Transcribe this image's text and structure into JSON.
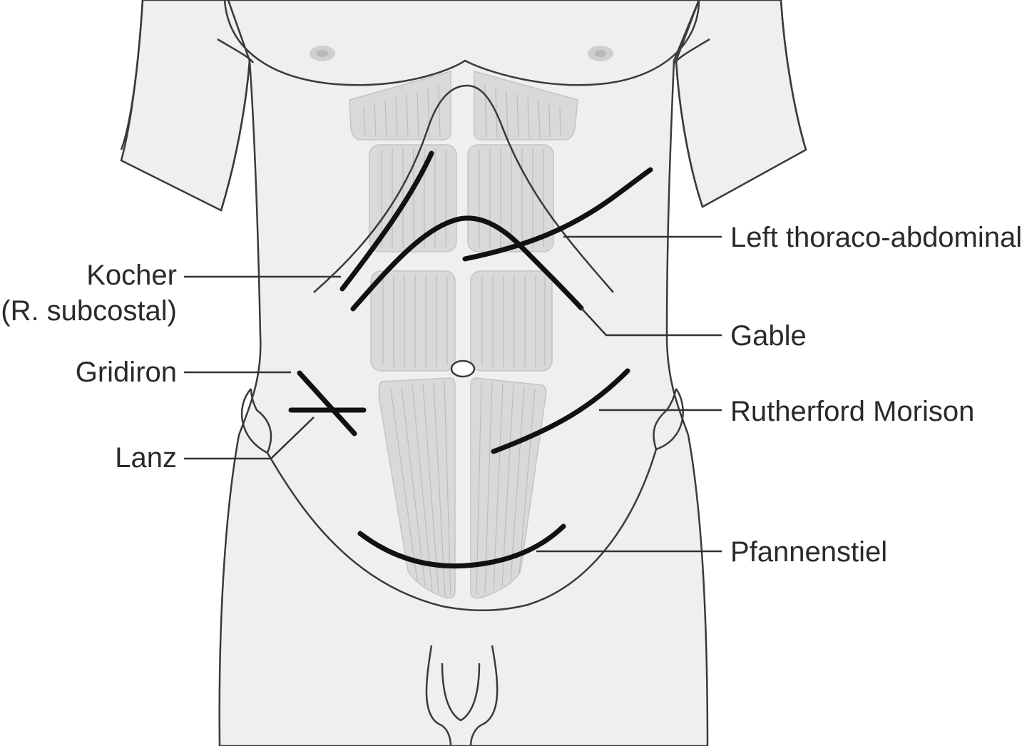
{
  "diagram": {
    "labels": {
      "kocher_line1": "Kocher",
      "kocher_line2": "(R. subcostal)",
      "gridiron": "Gridiron",
      "lanz": "Lanz",
      "left_thoraco_abdominal": "Left thoraco-abdominal",
      "gable": "Gable",
      "rutherford_morison": "Rutherford Morison",
      "pfannenstiel": "Pfannenstiel"
    },
    "colors": {
      "skin": "#efefef",
      "muscle": "#d9d9d9",
      "incision": "#111111",
      "outline": "#3a3a3a"
    }
  }
}
